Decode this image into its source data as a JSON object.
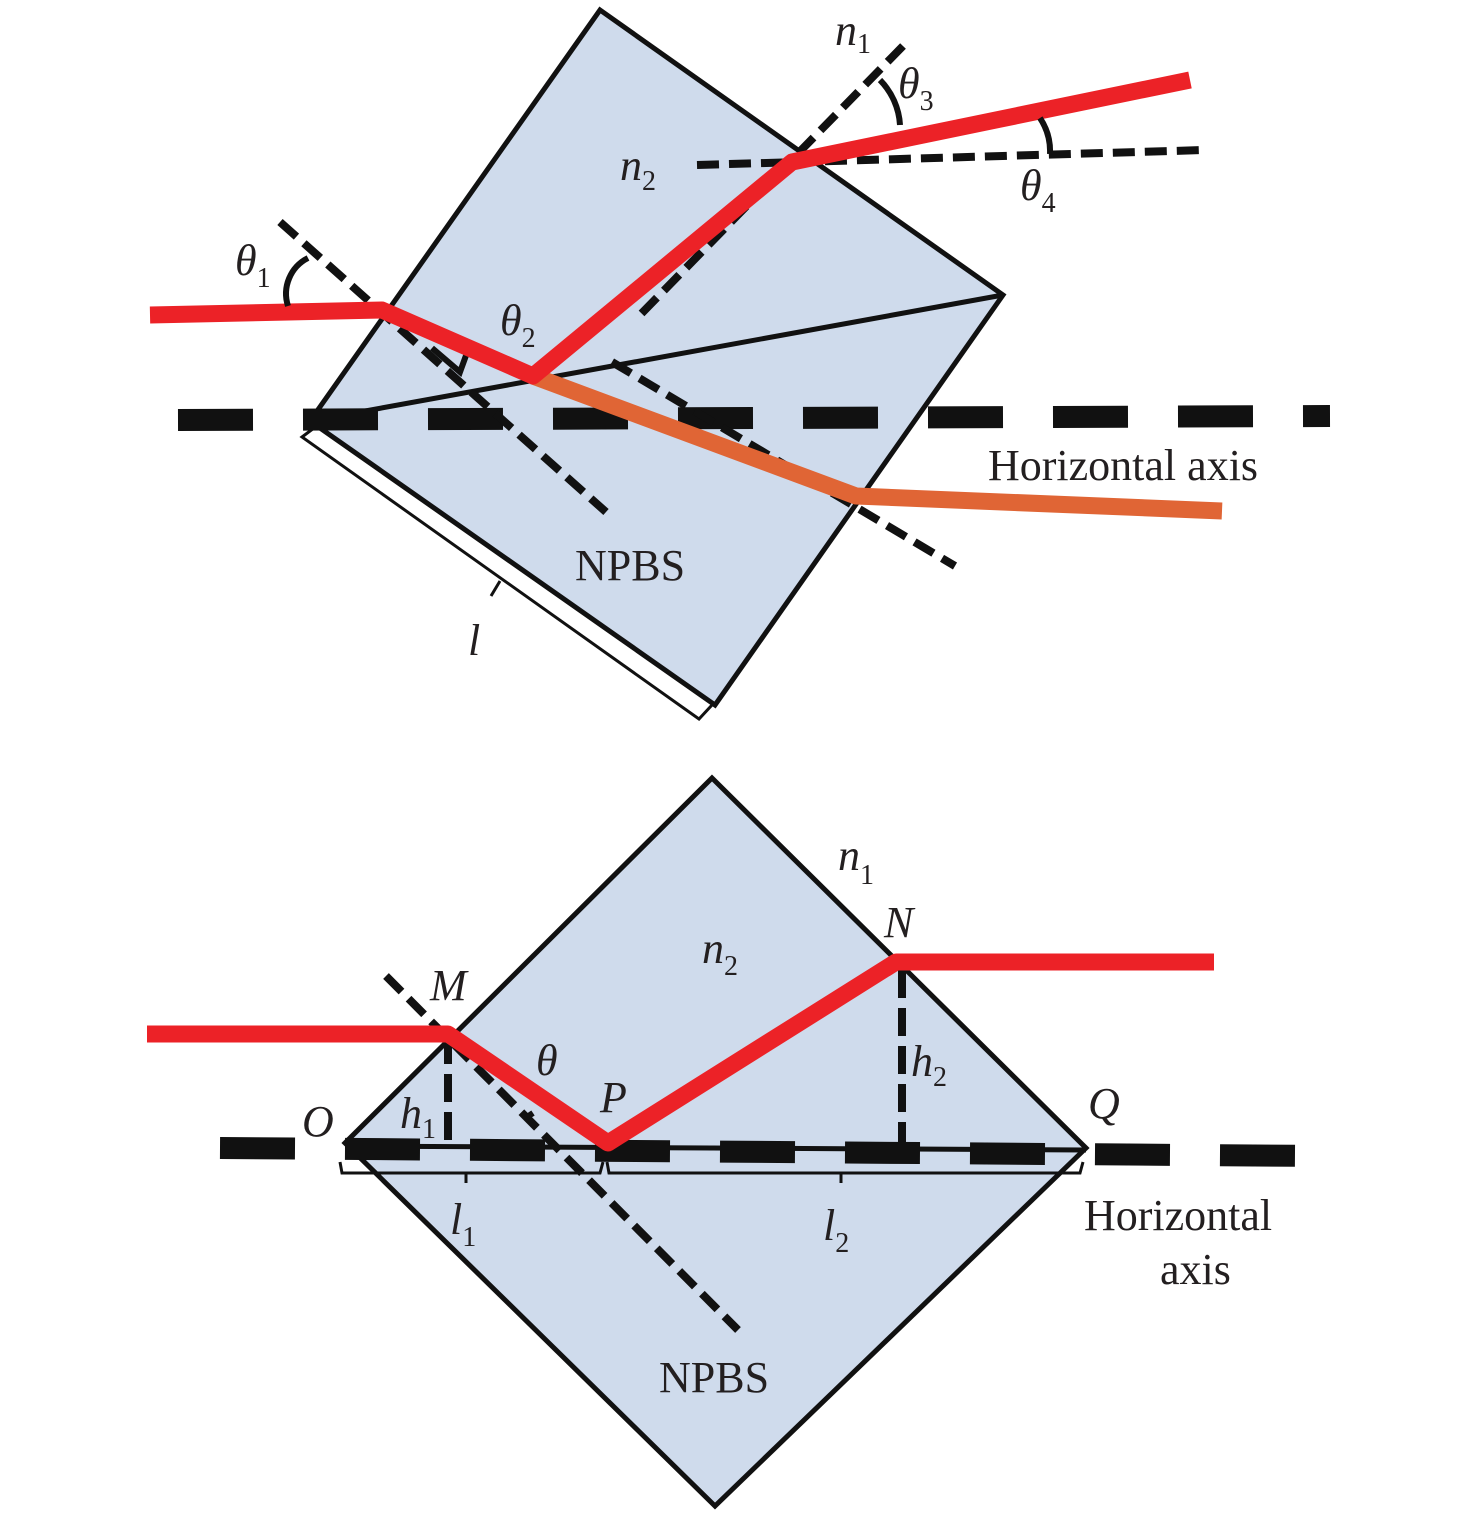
{
  "figure": {
    "top_panel": {
      "component_label": "NPBS",
      "axis_label": "Horizontal axis",
      "medium_outside": {
        "symbol": "n",
        "subscript": "1"
      },
      "medium_inside": {
        "symbol": "n",
        "subscript": "2"
      },
      "angles": [
        {
          "symbol": "θ",
          "subscript": "1"
        },
        {
          "symbol": "θ",
          "subscript": "2"
        },
        {
          "symbol": "θ",
          "subscript": "3"
        },
        {
          "symbol": "θ",
          "subscript": "4"
        }
      ],
      "length_label": "l"
    },
    "bottom_panel": {
      "component_label": "NPBS",
      "axis_label_line1": "Horizontal",
      "axis_label_line2": "axis",
      "medium_outside": {
        "symbol": "n",
        "subscript": "1"
      },
      "medium_inside": {
        "symbol": "n",
        "subscript": "2"
      },
      "points": {
        "O": "O",
        "M": "M",
        "P": "P",
        "N": "N",
        "Q": "Q"
      },
      "angle": "θ",
      "heights": [
        {
          "symbol": "h",
          "subscript": "1"
        },
        {
          "symbol": "h",
          "subscript": "2"
        }
      ],
      "lengths": [
        {
          "symbol": "l",
          "subscript": "1"
        },
        {
          "symbol": "l",
          "subscript": "2"
        }
      ]
    },
    "colors": {
      "prism_fill": "#cfdbec",
      "beam_red": "#ec2227",
      "beam_orange": "#e06535",
      "line": "#111111"
    }
  }
}
